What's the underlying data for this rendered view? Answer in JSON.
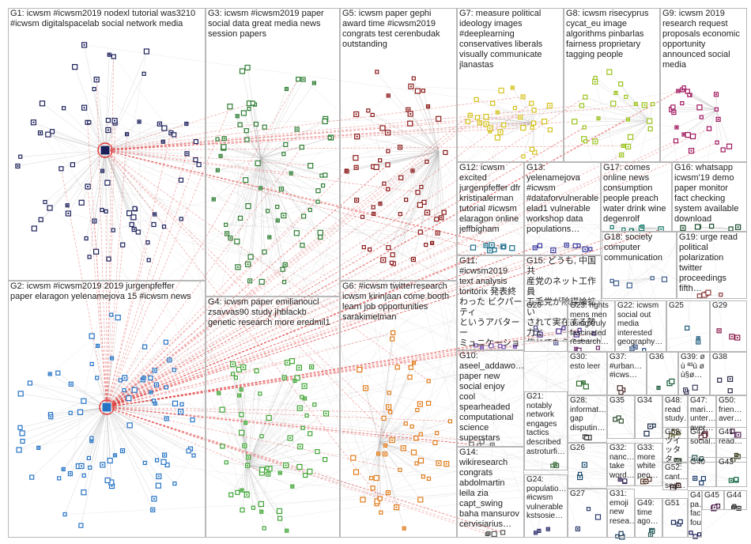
{
  "groups": [
    {
      "id": "G1",
      "label": "G1: icwsm #icwsm2019 nodexl tutorial was3210\n#icwsm digitalspacelab social network media",
      "color": "#1b1f5a"
    },
    {
      "id": "G2",
      "label": "G2: icwsm #icwsm2019 2019 jurgenpfeffer\npaper elaragon yelenamejova 15 #icwsm news",
      "color": "#2673c4"
    },
    {
      "id": "G3",
      "label": "G3: icwsm #icwsm2019 paper\nsocial data great media news\nsession papers",
      "color": "#2e7d32"
    },
    {
      "id": "G4",
      "label": "G4: icwsm paper emilianoucl\nzsavvas90 study jhblackb\ngenetic research more eredmil1",
      "color": "#3fa535"
    },
    {
      "id": "G5",
      "label": "G5: icwsm paper gephi\naward time #icwsm2019\ncongrats test cerenbudak\noutstanding",
      "color": "#8b1a1a"
    },
    {
      "id": "G6",
      "label": "G6: #icwsm twitterresearch\nicwsm kirinjaan come booth\nlearn job opportunities\nsarakimelman",
      "color": "#e07b1a"
    },
    {
      "id": "G7",
      "label": "G7: measure political\nideology images\n#deeplearning\nconservatives liberals\nvisually communicate\njlanastas",
      "color": "#d4c21a"
    },
    {
      "id": "G8",
      "label": "G8: icwsm risecyprus\ncycat_eu image\nalgorithms pinbarlas\nfairness proprietary\ntagging people",
      "color": "#9ac21a"
    },
    {
      "id": "G9",
      "label": "G9: icwsm 2019\nresearch request\nproposals economic\nopportunity\nannounced social\nmedia",
      "color": "#a0165e"
    },
    {
      "id": "G10",
      "label": "G10:\naseel_addawo…\npaper new\nsocial enjoy\ncool\nspearheaded\ncomputational\nscience\nsuperstars",
      "color": "#6a6a6a"
    },
    {
      "id": "G11",
      "label": "G11:\n#icwsm2019\ntext analysis\ntoritorix 発表終\nわった ビクパーティ\nというアバターー\nミュニケーションサー\nビスにおいて いじ\nめに関する相談…",
      "color": "#7a4fb0"
    },
    {
      "id": "G12",
      "label": "G12: icwsm\nexcited\njurgenpfeffer dfr\nkristinalerman\ntutorial #icwsm\nelaragon online\njeffbigham",
      "color": "#1b6e8a"
    },
    {
      "id": "G13",
      "label": "G13:\nyelenamejova\n#icwsm\n#dataforvulnerable\nelad1 vulnerable\nworkshop data\npopulations…",
      "color": "#333399"
    },
    {
      "id": "G14",
      "label": "G14:\nwikiresearch\ncongrats\nabdolmartin\nleila zia\ncapt_swing\nbaha mansurov\ncervisiarius…",
      "color": "#555555"
    },
    {
      "id": "G15",
      "label": "G15: どうも, 中国共\n産党のネット工作員\n五毛党が除謀論拡い\nされて実在する勢力と\n信じてもらえない 研究\nした論文まであって…",
      "color": "#4b2d8a"
    },
    {
      "id": "G16",
      "label": "G16: whatsapp\nicwsm'19 demo\npaper monitor\nfact checking\nsystem available\ndownload",
      "color": "#1a4d2e"
    },
    {
      "id": "G17",
      "label": "G17: comes\nonline news\nconsumption\npeople preach\nwater drink wine\ndegenrolf",
      "color": "#1a7a6a"
    },
    {
      "id": "G18",
      "label": "G18: society\ncomputer\ncommunication",
      "color": "#3a5a8a"
    },
    {
      "id": "G19",
      "label": "G19: urge read\npolitical\npolarization\ntwitter\nproceedings\nfifth…",
      "color": "#8a3a3a"
    },
    {
      "id": "G20",
      "label": "G20",
      "color": "#4a4a8a"
    },
    {
      "id": "G21",
      "label": "G21:\nnotably\nnetwork\nengages\ntactics\ndescribed\nastroturfi…",
      "color": "#3a6a3a"
    },
    {
      "id": "G22",
      "label": "G22: icwsm\nsocial out\nmedia\ninterested\ngeography…",
      "color": "#2a4a7a"
    },
    {
      "id": "G23",
      "label": "G23: rights\nmens men\nusing truly\nfascinated\nresearch…",
      "color": "#6a2a6a"
    },
    {
      "id": "G24",
      "label": "G24:\npopulatio…\n#icwsm\nvulnerable\nkstsosie…",
      "color": "#2a2a6a"
    },
    {
      "id": "G25",
      "label": "G25",
      "color": "#1a5a7a"
    },
    {
      "id": "G26",
      "label": "G26",
      "color": "#1a4a6a"
    },
    {
      "id": "G27",
      "label": "G27",
      "color": "#2a3a6a"
    },
    {
      "id": "G28",
      "label": "G28:\ninformat…\ngap\ndisputin…",
      "color": "#3a3a3a"
    },
    {
      "id": "G29",
      "label": "G29",
      "color": "#8a1a4a"
    },
    {
      "id": "G30",
      "label": "G30:\nesto leer",
      "color": "#2a6a2a"
    },
    {
      "id": "G31",
      "label": "G31:\nemoji\nnew\nresea…",
      "color": "#1a3a5a"
    },
    {
      "id": "G32",
      "label": "G32:\nnanc…\ntake\nword…",
      "color": "#3a2a5a"
    },
    {
      "id": "G33",
      "label": "G33:\nmore\nwhite\npeo…",
      "color": "#5a3a2a"
    },
    {
      "id": "G34",
      "label": "G34",
      "color": "#1a2a4a"
    },
    {
      "id": "G35",
      "label": "G35",
      "color": "#2a4a2a"
    },
    {
      "id": "G36",
      "label": "G36",
      "color": "#1a5a3a"
    },
    {
      "id": "G37",
      "label": "G37:\n#urban…\n#icws…",
      "color": "#4a2a2a"
    },
    {
      "id": "G38",
      "label": "G38",
      "color": "#2a2a4a"
    },
    {
      "id": "G39",
      "label": "G39: ø\nù ª³ù ø\nù§ø…",
      "color": "#3a3a5a"
    },
    {
      "id": "G40",
      "label": "G40",
      "color": "#1a3a6a"
    },
    {
      "id": "G41",
      "label": "G41:\nread…",
      "color": "#3a3a1a"
    },
    {
      "id": "G42",
      "label": "G42:\nsocial…",
      "color": "#1a4a4a"
    },
    {
      "id": "G43",
      "label": "G43",
      "color": "#1a6a4a"
    },
    {
      "id": "G44",
      "label": "G44",
      "color": "#2a2a2a"
    },
    {
      "id": "G45",
      "label": "G45",
      "color": "#4a1a4a"
    },
    {
      "id": "G46",
      "label": "G4…\npa…\nfac…\nfou…",
      "color": "#1a1a5a"
    },
    {
      "id": "G47",
      "label": "G47:\nmari…\nunter…\naver…",
      "color": "#5a1a2a"
    },
    {
      "id": "G48",
      "label": "G48:\nread\nstudy…",
      "color": "#4a4a1a"
    },
    {
      "id": "G49",
      "label": "G49:\ntime\nago…",
      "color": "#2a5a5a"
    },
    {
      "id": "G50",
      "label": "G50:\nfrien…\naver…",
      "color": "#5a2a5a"
    },
    {
      "id": "G51",
      "label": "G51",
      "color": "#1a2a5a"
    },
    {
      "id": "G52",
      "label": "G52:\ncant…\nseg…",
      "color": "#3a1a1a"
    },
    {
      "id": "G53",
      "label": "G53: ツイ\nッタ\nター…",
      "color": "#2a3a2a"
    }
  ],
  "edge_colors": {
    "intra": "#b4b4b4",
    "cross": "#e03030"
  }
}
